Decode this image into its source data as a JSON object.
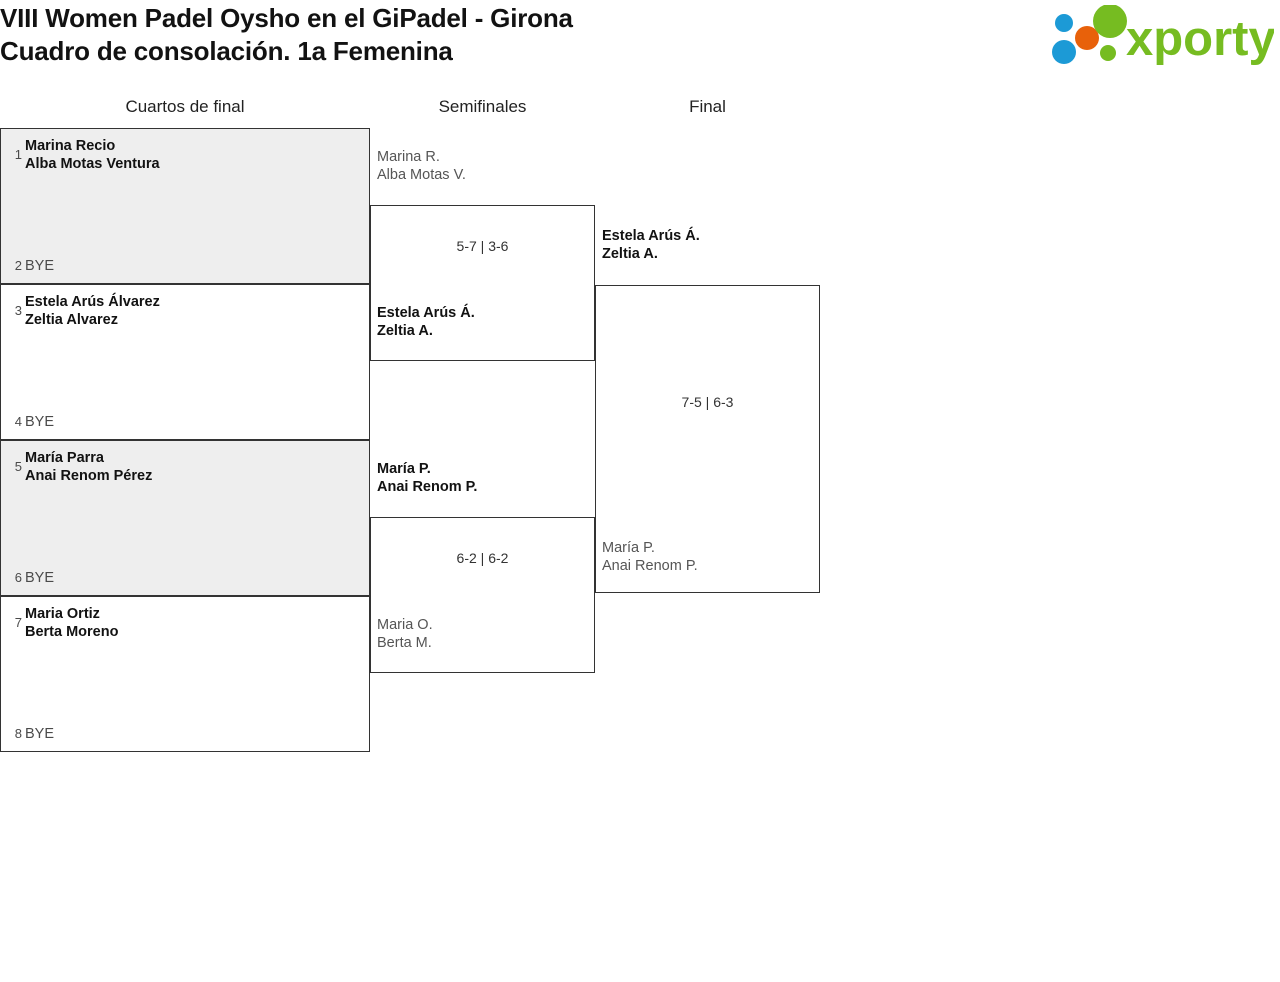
{
  "header": {
    "title_line1": "VIII Women Padel Oysho en el GiPadel - Girona",
    "title_line2": "Cuadro de consolación. 1a Femenina",
    "logo_text": "xporty",
    "logo_colors": {
      "green": "#76bc21",
      "orange": "#e8610a",
      "blue": "#1c9ad6"
    }
  },
  "rounds": [
    {
      "label": "Cuartos de final"
    },
    {
      "label": "Semifinales"
    },
    {
      "label": "Final"
    }
  ],
  "round1": {
    "matches": [
      {
        "top": {
          "seed": "1",
          "p1": "Marina Recio",
          "p2": "Alba Motas Ventura",
          "state": "winner"
        },
        "bottom": {
          "seed": "2",
          "p1": "BYE",
          "state": "bye"
        }
      },
      {
        "top": {
          "seed": "3",
          "p1": "Estela Arús Álvarez",
          "p2": "Zeltia Alvarez",
          "state": "winner"
        },
        "bottom": {
          "seed": "4",
          "p1": "BYE",
          "state": "bye"
        }
      },
      {
        "top": {
          "seed": "5",
          "p1": "María Parra",
          "p2": "Anai Renom Pérez",
          "state": "winner"
        },
        "bottom": {
          "seed": "6",
          "p1": "BYE",
          "state": "bye"
        }
      },
      {
        "top": {
          "seed": "7",
          "p1": "Maria Ortiz",
          "p2": "Berta Moreno",
          "state": "winner"
        },
        "bottom": {
          "seed": "8",
          "p1": "BYE",
          "state": "bye"
        }
      }
    ]
  },
  "round2": {
    "matches": [
      {
        "score": "5-7 | 3-6",
        "top": {
          "p1": "Marina R.",
          "p2": "Alba Motas V.",
          "state": "loser"
        },
        "bottom": {
          "p1": "Estela Arús Á.",
          "p2": "Zeltia A.",
          "state": "winner"
        }
      },
      {
        "score": "6-2 | 6-2",
        "top": {
          "p1": "María P.",
          "p2": "Anai Renom P.",
          "state": "winner"
        },
        "bottom": {
          "p1": "Maria O.",
          "p2": "Berta M.",
          "state": "loser"
        }
      }
    ]
  },
  "round3": {
    "match": {
      "score": "7-5 | 6-3",
      "top": {
        "p1": "Estela Arús Á.",
        "p2": "Zeltia A.",
        "state": "winner"
      },
      "bottom": {
        "p1": "María P.",
        "p2": "Anai Renom P.",
        "state": "loser"
      }
    }
  }
}
